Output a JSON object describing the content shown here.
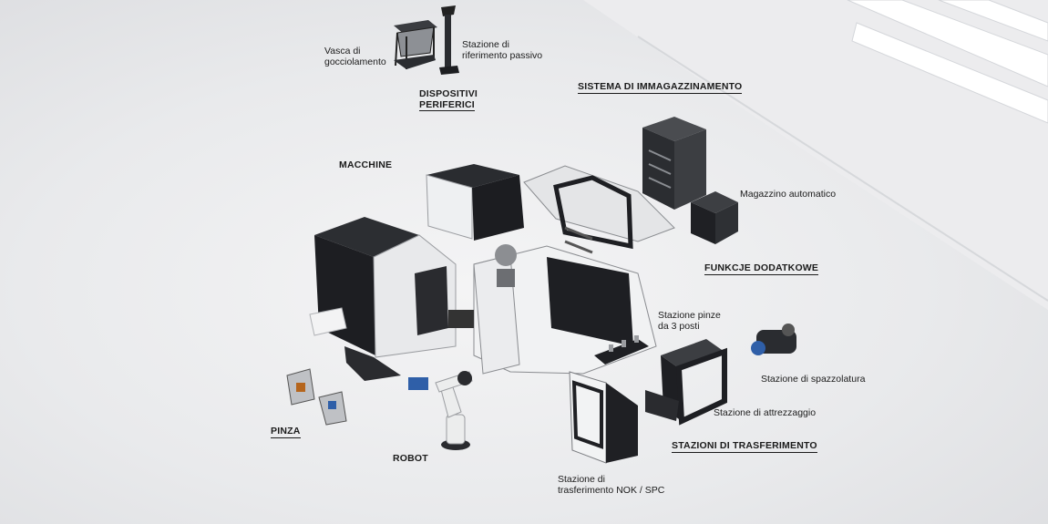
{
  "categories": {
    "dispositivi": [
      "DISPOSITIVI",
      "PERIFERICI"
    ],
    "sistema": "SISTEMA DI IMMAGAZZINAMENTO",
    "macchine": "MACCHINE",
    "funkcje": "FUNKCJE DODATKOWE",
    "pinza": "PINZA",
    "robot": "ROBOT",
    "stazioni": "STAZIONI DI TRASFERIMENTO"
  },
  "labels": {
    "vasca": [
      "Vasca di",
      "gocciolamento"
    ],
    "stazione_riferimento": [
      "Stazione di",
      "riferimento passivo"
    ],
    "magazzino": "Magazzino automatico",
    "pinze3": [
      "Stazione pinze",
      "da 3 posti"
    ],
    "spazzolatura": "Stazione di spazzolatura",
    "attrezzaggio": "Stazione di attrezzaggio",
    "nok": [
      "Stazione di",
      "trasferimento NOK / SPC"
    ]
  }
}
